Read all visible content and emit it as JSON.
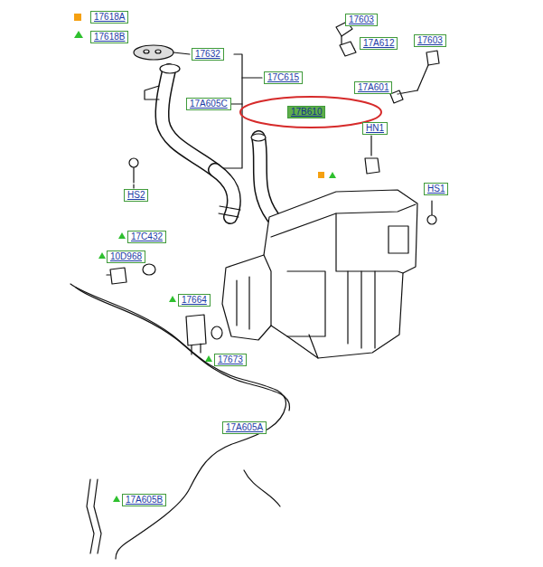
{
  "diagram": {
    "labels": [
      "17603",
      "17A612",
      "17603",
      "17A601",
      "17632",
      "17C615",
      "17A605C",
      "17B610",
      "HN1",
      "HS1",
      "HS2",
      "17C432",
      "10D968",
      "17664",
      "17673",
      "17A605A",
      "17A605B"
    ],
    "legend": [
      {
        "text": "17618A",
        "color": "#f5a011"
      },
      {
        "text": "17618B"
      }
    ]
  }
}
